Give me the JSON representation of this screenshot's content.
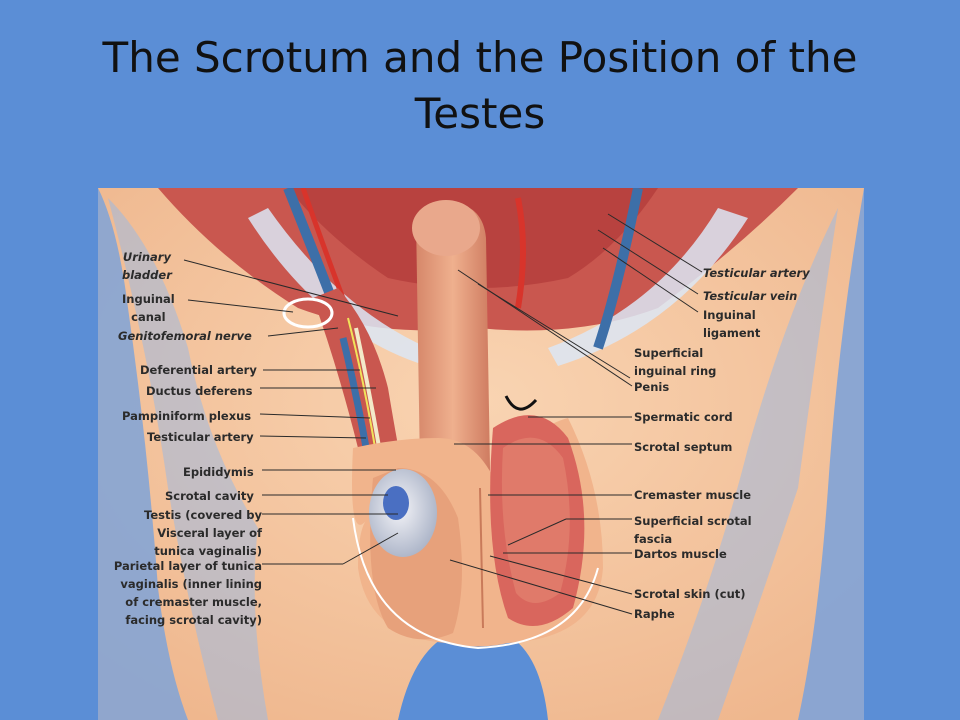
{
  "title": {
    "line1": "The Scrotum and the Position of the",
    "line2": "Testes"
  },
  "colors": {
    "background": "#5b8ed6",
    "skin": "#f6c9a2",
    "muscle": "#d9665d",
    "vein": "#3d6fa8",
    "artery": "#d8342b",
    "shadow": "#7fa3d8"
  },
  "labels_left": {
    "urinary_bladder": {
      "line1": "Urinary",
      "line2": "bladder"
    },
    "inguinal_canal": {
      "line1": "Inguinal",
      "line2": "canal"
    },
    "genitofemoral_nerve": "Genitofemoral nerve",
    "deferential_artery": "Deferential artery",
    "ductus_deferens": "Ductus deferens",
    "pampiniform_plexus": "Pampiniform plexus",
    "testicular_artery": "Testicular artery",
    "epididymis": "Epididymis",
    "scrotal_cavity": "Scrotal cavity",
    "testis": {
      "line1": "Testis (covered by",
      "line2": "Visceral layer of",
      "line3": "tunica vaginalis)"
    },
    "parietal_layer": {
      "line1": "Parietal layer of tunica",
      "line2": "vaginalis (inner lining",
      "line3": "of cremaster muscle,",
      "line4": "facing scrotal cavity)"
    }
  },
  "labels_right": {
    "testicular_artery": "Testicular artery",
    "testicular_vein": "Testicular vein",
    "inguinal_ligament": {
      "line1": "Inguinal",
      "line2": "ligament"
    },
    "superficial_inguinal_ring": {
      "line1": "Superficial",
      "line2": "inguinal ring"
    },
    "penis": "Penis",
    "spermatic_cord": "Spermatic cord",
    "scrotal_septum": "Scrotal septum",
    "cremaster_muscle": "Cremaster muscle",
    "superficial_scrotal_fascia": {
      "line1": "Superficial scrotal",
      "line2": "fascia"
    },
    "dartos_muscle": "Dartos muscle",
    "scrotal_skin": "Scrotal skin (cut)",
    "raphe": "Raphe"
  }
}
